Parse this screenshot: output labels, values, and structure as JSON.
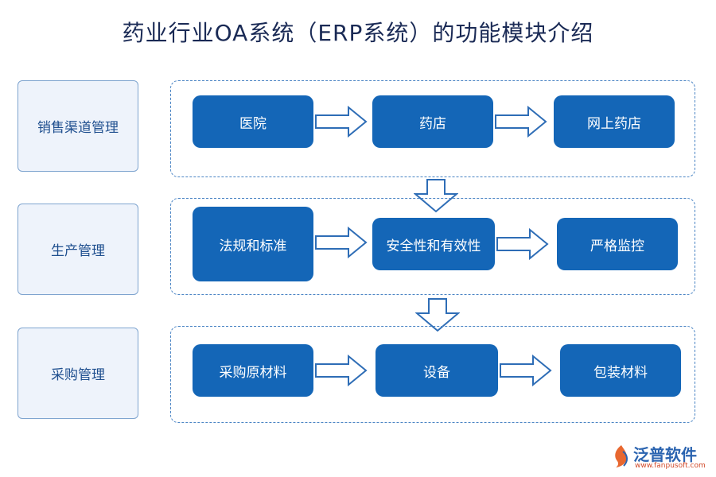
{
  "title": "药业行业OA系统（ERP系统）的功能模块介绍",
  "rows": [
    {
      "label": "销售渠道管理",
      "nodes": [
        "医院",
        "药店",
        "网上药店"
      ]
    },
    {
      "label": "生产管理",
      "nodes": [
        "法规和标准",
        "安全性和有效性",
        "严格监控"
      ]
    },
    {
      "label": "采购管理",
      "nodes": [
        "采购原材料",
        "设备",
        "包装材料"
      ]
    }
  ],
  "colors": {
    "node_fill": "#1466b7",
    "label_fill": "#eef3fb",
    "border": "#4a84c4",
    "title": "#1a2a55"
  },
  "logo": {
    "name": "泛普软件",
    "url": "www.fanpusoft.com"
  }
}
